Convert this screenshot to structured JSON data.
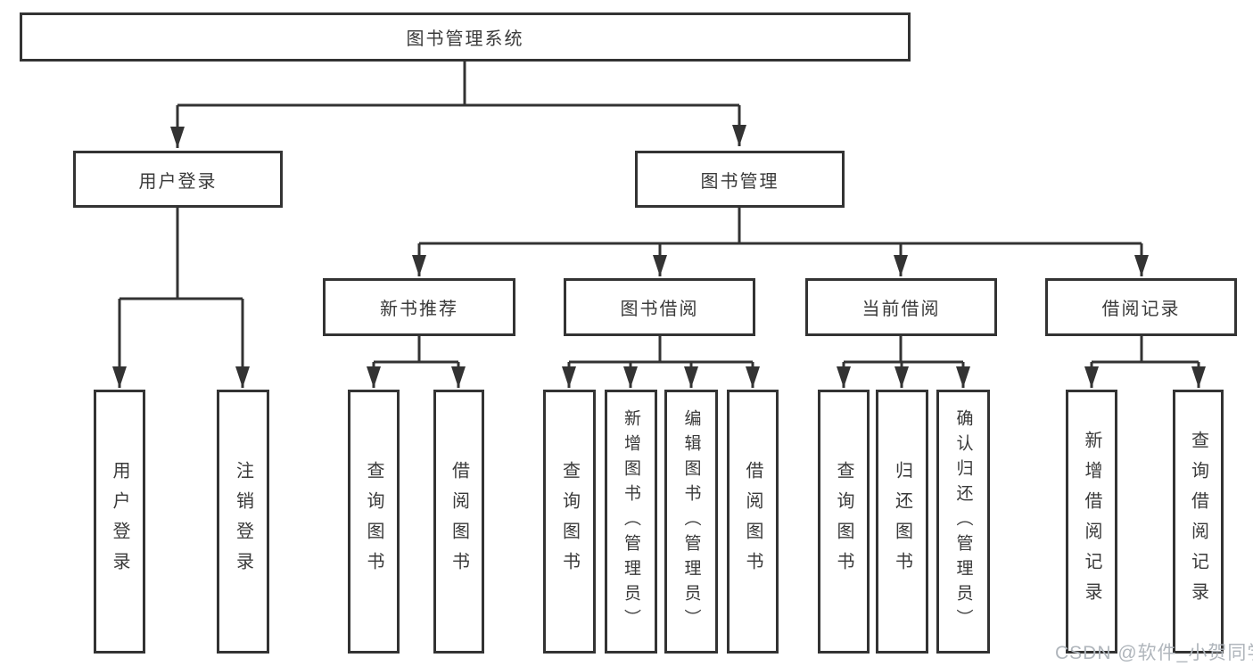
{
  "diagram": {
    "root": {
      "label": "图书管理系统"
    },
    "login_branch": {
      "label": "用户登录",
      "leaves": [
        "用户登录",
        "注销登录"
      ]
    },
    "mgmt_branch": {
      "label": "图书管理",
      "groups": [
        {
          "label": "新书推荐",
          "leaves": [
            "查询图书",
            "借阅图书"
          ]
        },
        {
          "label": "图书借阅",
          "leaves": [
            "查询图书",
            "新增图书（管理员）",
            "编辑图书（管理员）",
            "借阅图书"
          ]
        },
        {
          "label": "当前借阅",
          "leaves": [
            "查询图书",
            "归还图书",
            "确认归还（管理员）"
          ]
        },
        {
          "label": "借阅记录",
          "leaves": [
            "新增借阅记录",
            "查询借阅记录"
          ]
        }
      ]
    }
  },
  "watermark": {
    "text": "CSDN @软件_小贺同学"
  },
  "colors": {
    "line": "#333333",
    "text": "#3a3a3a",
    "watermark": "#b0b6bc",
    "background": "#ffffff"
  }
}
